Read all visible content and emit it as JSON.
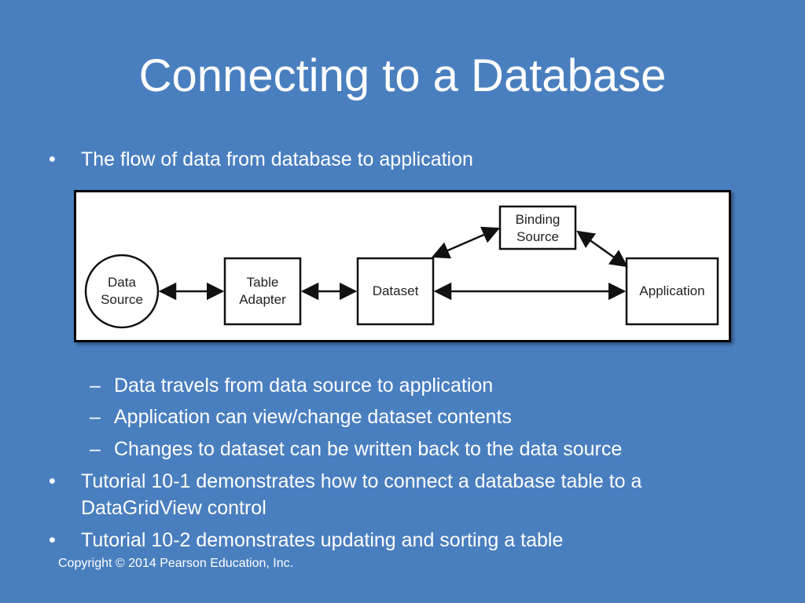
{
  "slide": {
    "title": "Connecting to a Database",
    "bullet_mark": "•",
    "dash_mark": "–",
    "bullets": [
      "The flow of data from database to application",
      "Tutorial 10-1 demonstrates how to connect a database table to a",
      "DataGridView control",
      "Tutorial 10-2 demonstrates updating and sorting a table"
    ],
    "sub_bullets": [
      "Data travels from data source to application",
      "Application can view/change dataset contents",
      "Changes to dataset can be written back to the data source"
    ],
    "copyright": "Copyright © 2014 Pearson Education, Inc."
  },
  "diagram": {
    "data_source": [
      "Data",
      "Source"
    ],
    "table_adapter": [
      "Table",
      "Adapter"
    ],
    "dataset": "Dataset",
    "binding_source": [
      "Binding",
      "Source"
    ],
    "application": "Application"
  },
  "colors": {
    "background": "#4a7fbf",
    "text": "#ffffff"
  }
}
